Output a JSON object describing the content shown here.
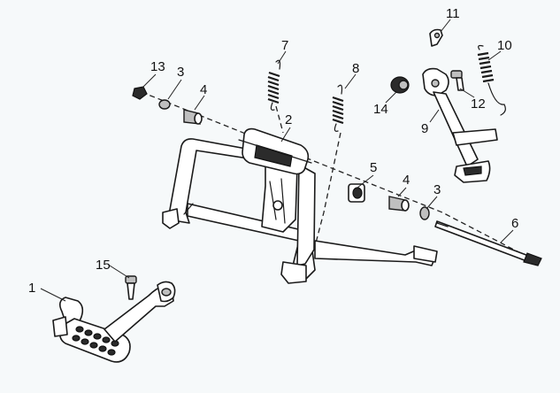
{
  "callouts": {
    "c1": "1",
    "c2": "2",
    "c3a": "3",
    "c3b": "3",
    "c4a": "4",
    "c4b": "4",
    "c5": "5",
    "c6": "6",
    "c7": "7",
    "c8": "8",
    "c9": "9",
    "c10": "10",
    "c11": "11",
    "c12": "12",
    "c13": "13",
    "c14": "14",
    "c15": "15"
  },
  "colors": {
    "background": "#f6f9fa",
    "ink": "#1a1a1a"
  }
}
